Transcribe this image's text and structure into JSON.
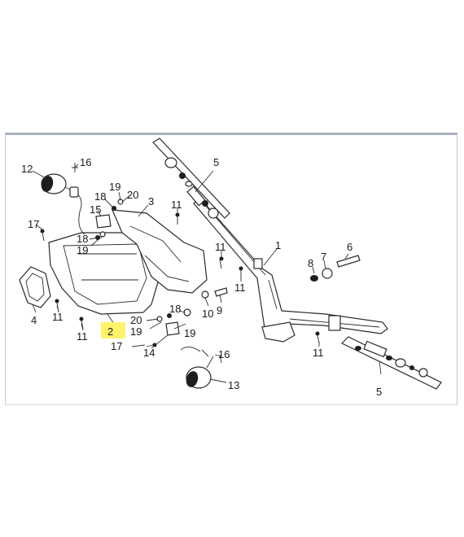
{
  "callouts": {
    "c1": "1",
    "c2": "2",
    "c3": "3",
    "c4": "4",
    "c5a": "5",
    "c5b": "5",
    "c6": "6",
    "c7": "7",
    "c8": "8",
    "c9": "9",
    "c10": "10",
    "c11a": "11",
    "c11b": "11",
    "c11c": "11",
    "c11d": "11",
    "c11e": "11",
    "c12": "12",
    "c13": "13",
    "c14": "14",
    "c15": "15",
    "c16a": "16",
    "c16b": "16",
    "c17a": "17",
    "c17b": "17",
    "c18a": "18",
    "c18b": "18",
    "c18c": "18",
    "c19a": "19",
    "c19b": "19",
    "c19c": "19",
    "c20a": "20",
    "c20b": "20"
  },
  "highlight": {
    "part": "2",
    "color": "#fff36b"
  },
  "colors": {
    "frame_top": "#a9b1bf",
    "line": "#2a2a2a"
  }
}
